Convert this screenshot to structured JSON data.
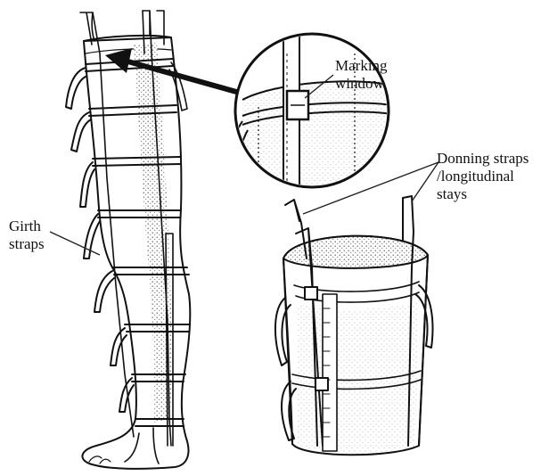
{
  "labels": {
    "marking_window": "Marking\nwindow",
    "donning_straps": "Donning straps\n/longitudinal\nstays",
    "girth_straps": "Girth\nstraps"
  }
}
